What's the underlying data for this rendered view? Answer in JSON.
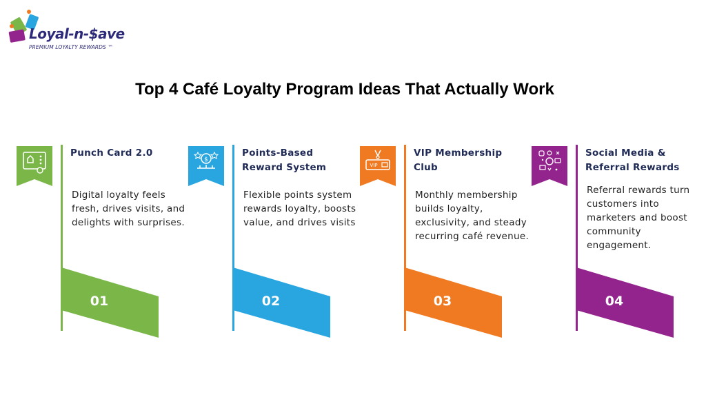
{
  "brand": {
    "name": "Loyal-n-$ave",
    "tagline": "PREMIUM LOYALTY REWARDS ™"
  },
  "title": "Top 4 Café Loyalty Program Ideas That Actually Work",
  "colors": {
    "green": "#7ab648",
    "blue": "#29a6df",
    "orange": "#ef7a22",
    "purple": "#94248d",
    "heading": "#1f2a55"
  },
  "steps": [
    {
      "number": "01",
      "heading": "Punch Card 2.0",
      "description": "Digital loyalty feels fresh, drives visits, and delights with surprises.",
      "color": "#7ab648",
      "icon": "digital-punch-card-icon"
    },
    {
      "number": "02",
      "heading": "Points-Based Reward System",
      "description": "Flexible points system rewards loyalty, boosts value, and drives visits",
      "color": "#29a6df",
      "icon": "points-reward-icon"
    },
    {
      "number": "03",
      "heading": "VIP Membership Club",
      "description": "Monthly membership builds loyalty, exclusivity, and steady recurring café revenue.",
      "color": "#ef7a22",
      "icon": "vip-card-icon"
    },
    {
      "number": "04",
      "heading": "Social Media & Referral Rewards",
      "description": "Referral rewards turn customers into marketers and boost community engagement.",
      "color": "#94248d",
      "icon": "social-media-icon"
    }
  ]
}
